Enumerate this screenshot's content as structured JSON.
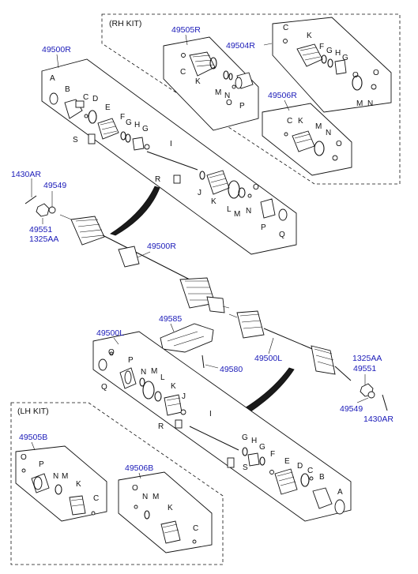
{
  "refs": {
    "rh_kit_title": "(RH KIT)",
    "lh_kit_title": "(LH KIT)",
    "r49505R": "49505R",
    "r49504R": "49504R",
    "r49506R": "49506R",
    "r49500R_top": "49500R",
    "r49500R_mid": "49500R",
    "r1430AR_l": "1430AR",
    "r49549_l": "49549",
    "r49551_l": "49551",
    "r1325AA_l": "1325AA",
    "r49585": "49585",
    "r49580": "49580",
    "r49500L_a": "49500L",
    "r49500L_b": "49500L",
    "r1325AA_r": "1325AA",
    "r49551_r": "49551",
    "r49549_r": "49549",
    "r1430AR_r": "1430AR",
    "r49505B": "49505B",
    "r49506B": "49506B"
  },
  "letters": {
    "A": "A",
    "B": "B",
    "C": "C",
    "D": "D",
    "E": "E",
    "F": "F",
    "G": "G",
    "H": "H",
    "I": "I",
    "J": "J",
    "K": "K",
    "L": "L",
    "M": "M",
    "N": "N",
    "O": "O",
    "P": "P",
    "Q": "Q",
    "R": "R",
    "S": "S"
  }
}
